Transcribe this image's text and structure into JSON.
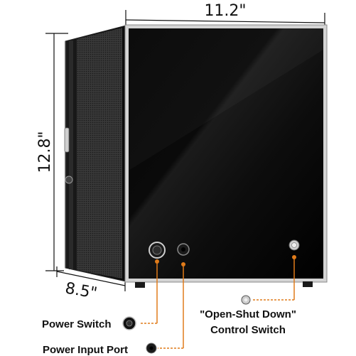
{
  "dimensions": {
    "width": "11.2\"",
    "height": "12.8\"",
    "depth": "8.5\""
  },
  "callouts": {
    "power_switch": "Power Switch",
    "power_input_port": "Power Input Port",
    "control_switch_line1": "\"Open-Shut Down\"",
    "control_switch_line2": "Control Switch"
  },
  "colors": {
    "callout_line": "#e07b1a",
    "glass": "#0b0b0b",
    "frame": "#c9c9c9"
  }
}
